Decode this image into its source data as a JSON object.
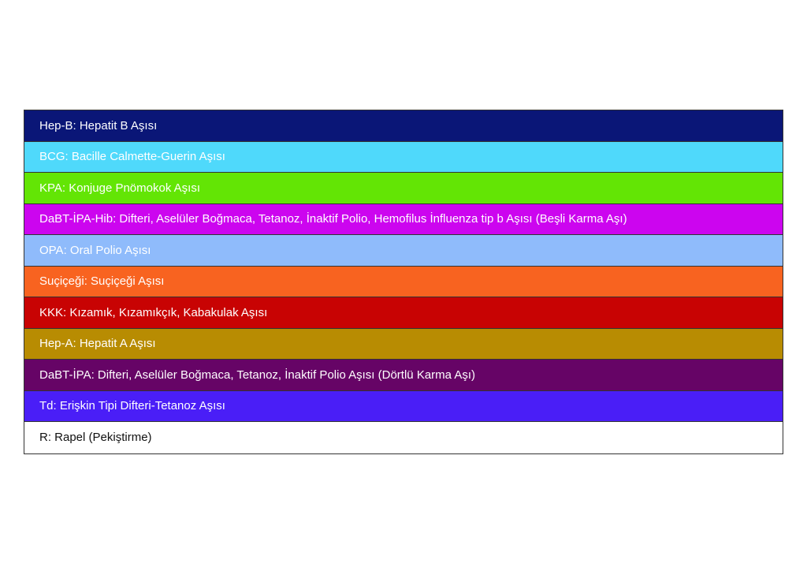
{
  "legend": {
    "items": [
      {
        "label": "Hep-B: Hepatit B Aşısı",
        "color": "#0a1677",
        "text_color": "#ffffff"
      },
      {
        "label": "BCG: Bacille Calmette-Guerin Aşısı",
        "color": "#4fd9fb",
        "text_color": "#ffffff"
      },
      {
        "label": "KPA: Konjuge Pnömokok Aşısı",
        "color": "#63e505",
        "text_color": "#ffffff"
      },
      {
        "label": "DaBT-İPA-Hib: Difteri, Aselüler Boğmaca, Tetanoz, İnaktif Polio, Hemofilus İnfluenza tip b Aşısı (Beşli Karma Aşı)",
        "color": "#cc05ef",
        "text_color": "#ffffff"
      },
      {
        "label": "OPA: Oral Polio Aşısı",
        "color": "#8fbbfb",
        "text_color": "#ffffff"
      },
      {
        "label": "Suçiçeği: Suçiçeği Aşısı",
        "color": "#f86320",
        "text_color": "#ffffff"
      },
      {
        "label": "KKK: Kızamık, Kızamıkçık, Kabakulak Aşısı",
        "color": "#c80303",
        "text_color": "#ffffff"
      },
      {
        "label": "Hep-A: Hepatit A Aşısı",
        "color": "#b88c02",
        "text_color": "#ffffff"
      },
      {
        "label": "DaBT-İPA: Difteri, Aselüler Boğmaca, Tetanoz, İnaktif Polio Aşısı (Dörtlü Karma Aşı)",
        "color": "#660466",
        "text_color": "#ffffff"
      },
      {
        "label": "Td: Erişkin Tipi Difteri-Tetanoz Aşısı",
        "color": "#4a1ef7",
        "text_color": "#ffffff"
      },
      {
        "label": "R: Rapel (Pekiştirme)",
        "color": "#ffffff",
        "text_color": "#111111"
      }
    ]
  }
}
